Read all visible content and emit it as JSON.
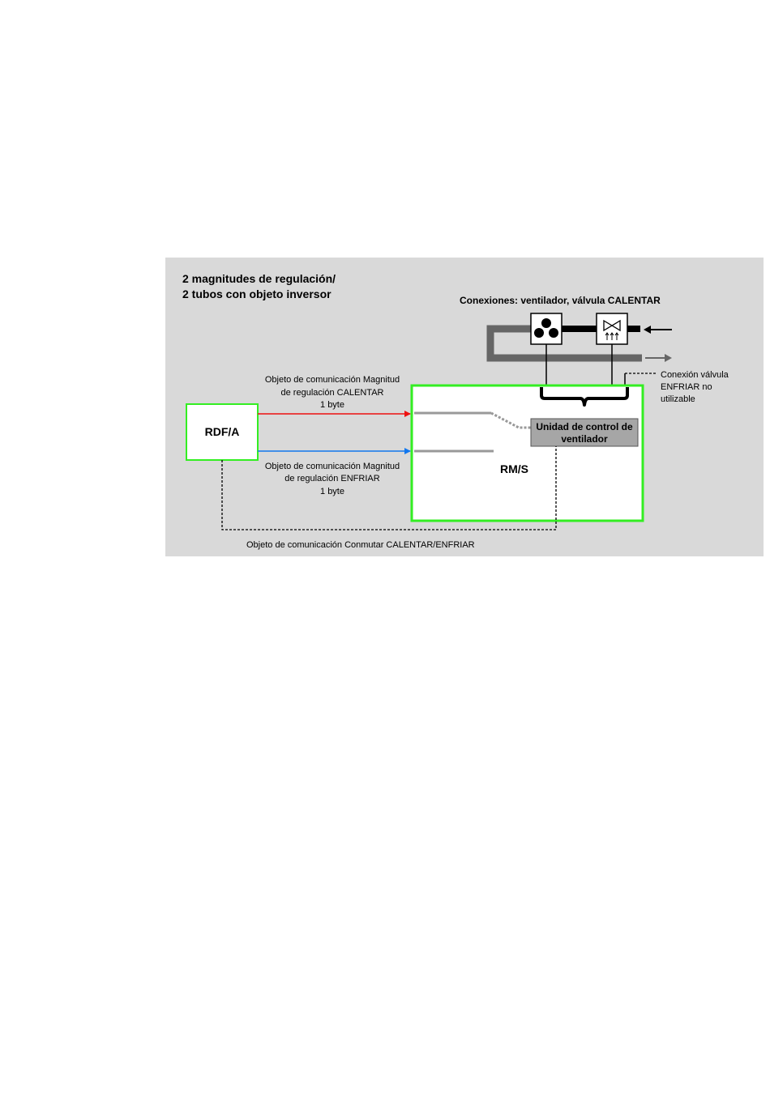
{
  "title": {
    "line1": "2  magnitudes de regulación/",
    "line2": "2 tubos con objeto inversor"
  },
  "connections_label": "Conexiones: ventilador, válvula CALENTAR",
  "rdf_label": "RDF/A",
  "rms_label": "RM/S",
  "fan_unit": {
    "line1": "Unidad de control de",
    "line2": "ventilador"
  },
  "heat_object": {
    "line1": "Objeto de comunicación Magnitud",
    "line2": "de regulación CALENTAR",
    "line3": "1 byte"
  },
  "cool_object": {
    "line1": "Objeto de comunicación Magnitud",
    "line2": "de regulación ENFRIAR",
    "line3": "1 byte"
  },
  "cool_valve_note": {
    "line1": "Conexión válvula",
    "line2": "ENFRIAR no",
    "line3": "utilizable"
  },
  "switch_object_label": "Objeto de comunicación Conmutar CALENTAR/ENFRIAR",
  "icons": {
    "fan": "fan-icon",
    "valve": "valve-heat-icon"
  },
  "colors": {
    "panel": "#d9d9d9",
    "box_border": "#33ee22",
    "heat_line": "#ee1111",
    "cool_line": "#1177ee",
    "fan_unit_fill": "#a6a6a6",
    "pipe_dark": "#666666",
    "pipe_black": "#000000"
  }
}
